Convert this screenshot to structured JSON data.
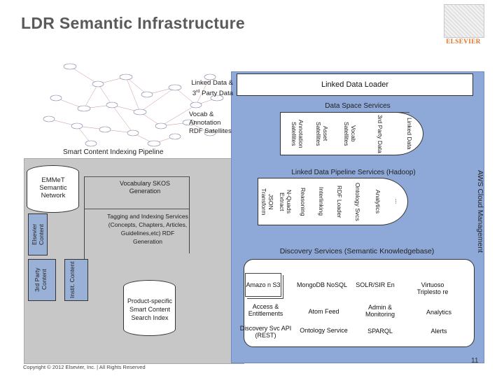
{
  "title": "LDR Semantic Infrastructure",
  "logo": {
    "text": "ELSEVIER"
  },
  "linked_data_label": "Linked Data & 3rd Party Data",
  "linked_data_label_parts": {
    "pre": "Linked Data &",
    "n": "3",
    "sup": "rd",
    "post": " Party Data"
  },
  "linked_data_loader": "Linked Data Loader",
  "data_space_services": "Data Space Services",
  "vocab_annotation_label": "Vocab & Annotation RDF Satellites",
  "satellites": [
    "Annotation Satellites",
    "Asset Satellites",
    "Vocab Satellites",
    "3rd Party Data",
    "Linked Data"
  ],
  "smart_content_pipeline": "Smart Content Indexing Pipeline",
  "pipeline_services_title": "Linked Data Pipeline Services (Hadoop)",
  "pipeline_services": [
    "JSON Transform",
    "N-Quads Extract",
    "Reasoning",
    "Interlinking",
    "RDF Loader",
    "Ontology Svcs",
    "Analytics",
    "..."
  ],
  "aws_label": "AWS Cloud Management",
  "emmet_label": "EMMeT Semantic Network",
  "vocab_skos": "Vocabulary SKOS Generation",
  "tagging": "Tagging and Indexing Services (Concepts, Chapters, Articles, Guidelines,etc) RDF Generation",
  "elsevier_content": "Elsevier Content",
  "third_party_content": "3rd Party Content",
  "instit_content": "Instit. Content",
  "product_specific": "Product-specific Smart Content Search Index",
  "discovery_services": "Discovery Services (Semantic Knowledgebase)",
  "discovery_row1": [
    "Amazon S3",
    "MongoDB NoSQL",
    "SOLR/SIR En",
    "Virtuoso Triplestore"
  ],
  "discovery_row2": [
    "Access & Entitlements",
    "Atom Feed",
    "Admin & Monitoring",
    "Analytics"
  ],
  "discovery_row3": [
    "Discovery Svc API (REST)",
    "Ontology Service",
    "SPARQL",
    "Alerts"
  ],
  "discovery_display": {
    "amazon": "Amazo n S3",
    "mongo": "MongoDB NoSQL",
    "solr": "SOLR/SIR En",
    "virtuoso": "Virtuoso Triplesto re",
    "access": "Access & Entitlements",
    "discovery_api": "Discovery Svc API (REST)"
  },
  "copyright": "Copyright © 2012 Elsevier, Inc. | All Rights Reserved",
  "page_number": "11",
  "colors": {
    "panel_blue": "#8ea9d8",
    "panel_grey": "#c7c7c7",
    "doc_blue": "#9ab1d7",
    "title_grey": "#5a5a5a"
  }
}
